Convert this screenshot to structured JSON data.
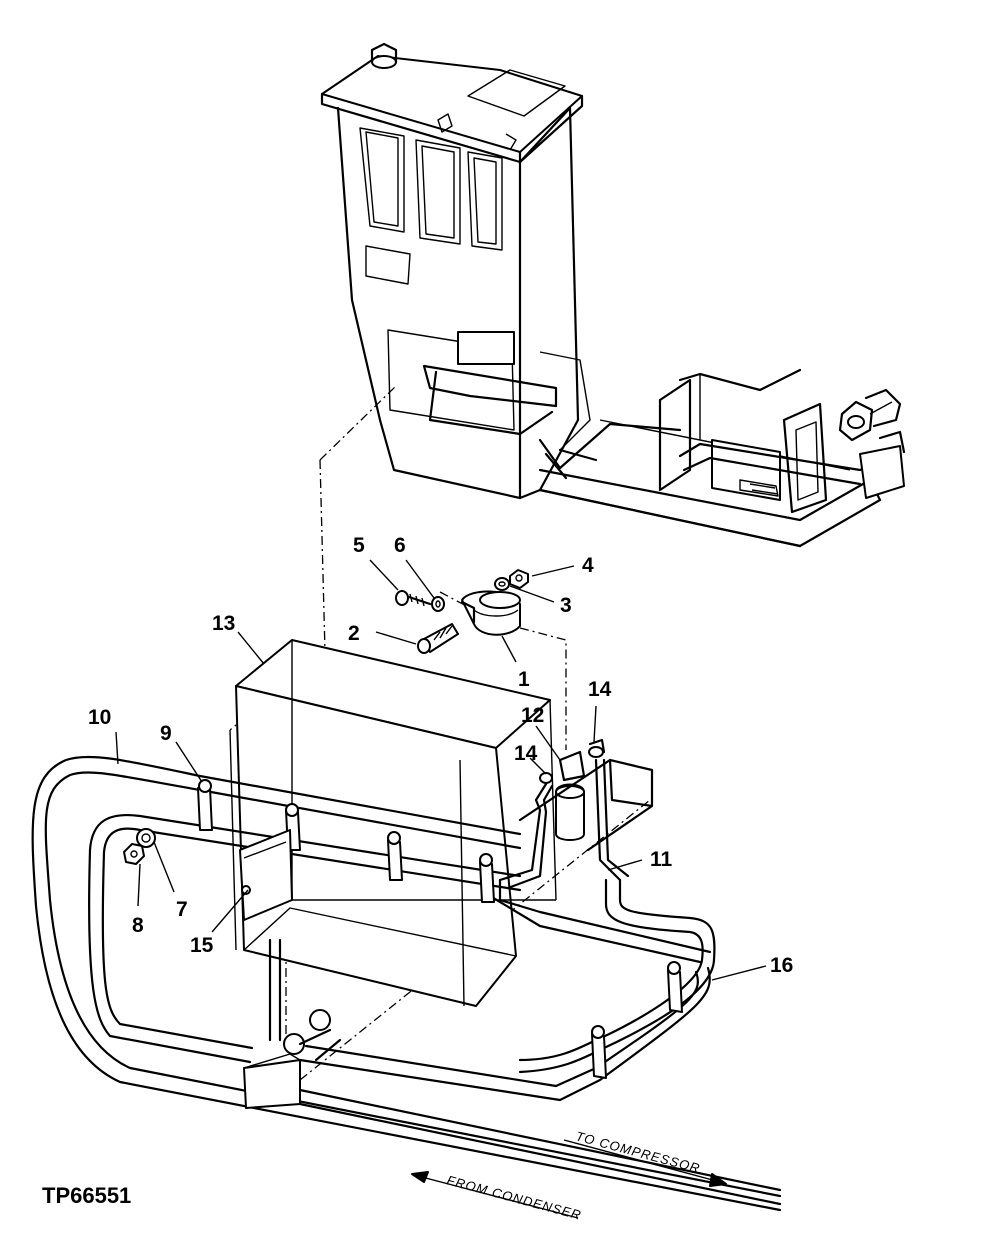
{
  "figure_code": "TP66551",
  "callouts": {
    "c1": "1",
    "c2": "2",
    "c3": "3",
    "c4": "4",
    "c5": "5",
    "c6": "6",
    "c7": "7",
    "c8": "8",
    "c9": "9",
    "c10": "10",
    "c11": "11",
    "c12": "12",
    "c13": "13",
    "c14a": "14",
    "c14b": "14",
    "c15": "15",
    "c16": "16"
  },
  "flow_labels": {
    "to_compressor": "TO  COMPRESSOR",
    "from_condenser": "FROM  CONDENSER"
  }
}
